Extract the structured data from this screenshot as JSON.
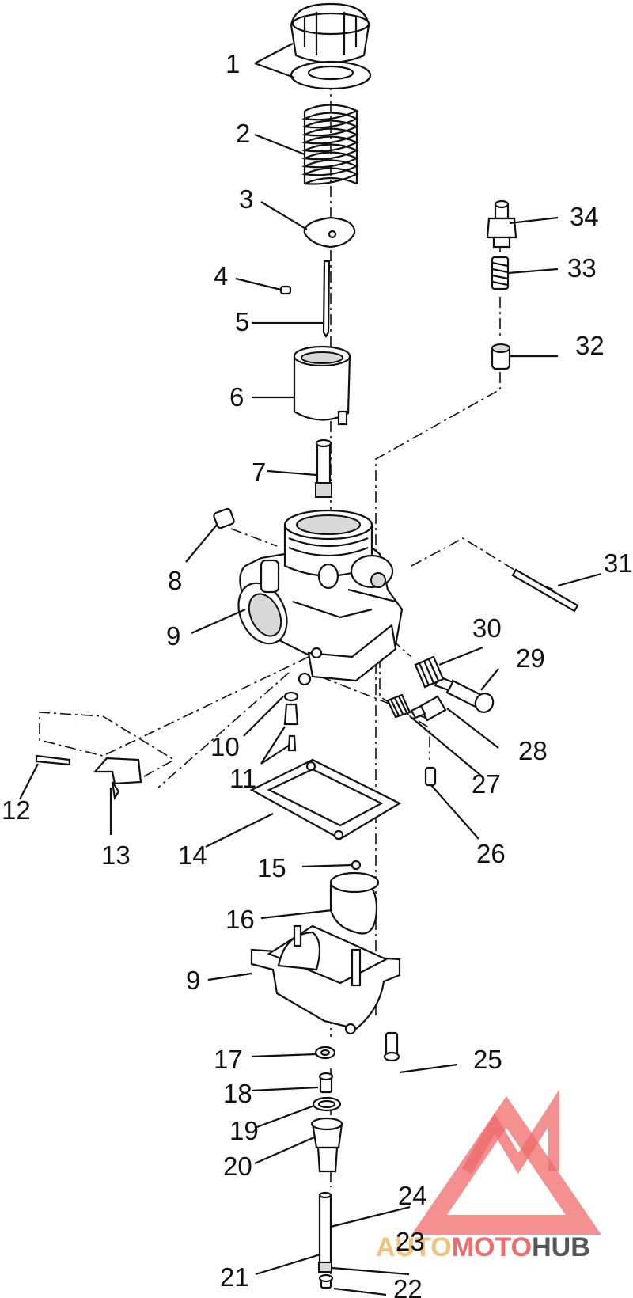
{
  "diagram": {
    "callouts": [
      "1",
      "2",
      "3",
      "4",
      "5",
      "6",
      "7",
      "8",
      "9",
      "10",
      "11",
      "12",
      "13",
      "14",
      "15",
      "16",
      "17",
      "18",
      "19",
      "20",
      "21",
      "22",
      "23",
      "24",
      "25",
      "26",
      "27",
      "28",
      "29",
      "30",
      "31",
      "32",
      "33",
      "34"
    ],
    "callout_9_second": "9"
  },
  "watermark": {
    "text_a": "AUTO",
    "text_b": "MOTO",
    "text_c": "HUB",
    "colors": {
      "auto": "#f2c27a",
      "moto": "#ef6b6b",
      "hub": "#555555",
      "logo": "#f06b6b"
    }
  }
}
